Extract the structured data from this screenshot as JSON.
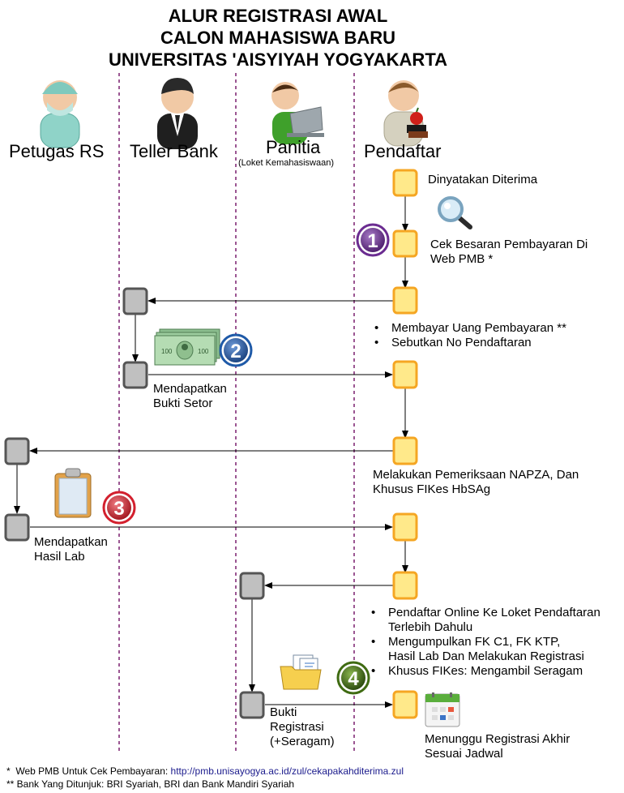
{
  "title": {
    "line1": "ALUR REGISTRASI AWAL",
    "line2": "CALON MAHASISWA BARU",
    "line3": "UNIVERSITAS 'AISYIYAH YOGYAKARTA"
  },
  "lanes": {
    "petugas_rs": "Petugas RS",
    "teller_bank": "Teller Bank",
    "panitia": "Panitia",
    "panitia_sub": "(Loket Kemahasiswaan)",
    "pendaftar": "Pendaftar"
  },
  "steps": {
    "diterima": "Dinyatakan Diterima",
    "cek_line1": "Cek Besaran Pembayaran Di",
    "cek_line2": "Web PMB *",
    "bayar": [
      "Membayar Uang Pembayaran **",
      "Sebutkan No Pendaftaran"
    ],
    "bukti_setor": [
      "Mendapatkan",
      "Bukti Setor"
    ],
    "napza_line1": "Melakukan Pemeriksaan NAPZA, Dan",
    "napza_line2": "Khusus FIKes HbSAg",
    "hasil_lab": [
      "Mendapatkan",
      "Hasil Lab"
    ],
    "online": [
      "Pendaftar Online Ke Loket Pendaftaran\nTerlebih Dahulu",
      "Mengumpulkan FK C1, FK KTP,\nHasil Lab Dan Melakukan Registrasi",
      "Khusus FIKes: Mengambil Seragam"
    ],
    "bukti_registrasi": [
      "Bukti",
      "Registrasi",
      "(+Seragam)"
    ],
    "menunggu": [
      "Menunggu Registrasi Akhir",
      "Sesuai Jadwal"
    ]
  },
  "badges": [
    "1",
    "2",
    "3",
    "4"
  ],
  "badge_colors": [
    "#6b2c91",
    "#1f5aa8",
    "#d3202e",
    "#3f6b12"
  ],
  "box_colors": {
    "pendaftar": "#f5a623",
    "pendaftar_fill": "#ffe98a",
    "other": "#555555",
    "other_fill": "#c0c0c0"
  },
  "money_label": "100",
  "notes": {
    "note1_prefix": "*  Web PMB Untuk Cek Pembayaran: ",
    "note1_link": "http://pmb.unisayogya.ac.id/zul/cekapakahditerima.zul",
    "note2": "** Bank Yang Ditunjuk: BRI Syariah, BRI dan Bank Mandiri Syariah"
  },
  "icons": [
    "nurse-icon",
    "businessman-icon",
    "laptop-user-icon",
    "student-icon",
    "magnifier-icon",
    "money-icon",
    "clipboard-icon",
    "folder-icon",
    "calendar-icon"
  ]
}
